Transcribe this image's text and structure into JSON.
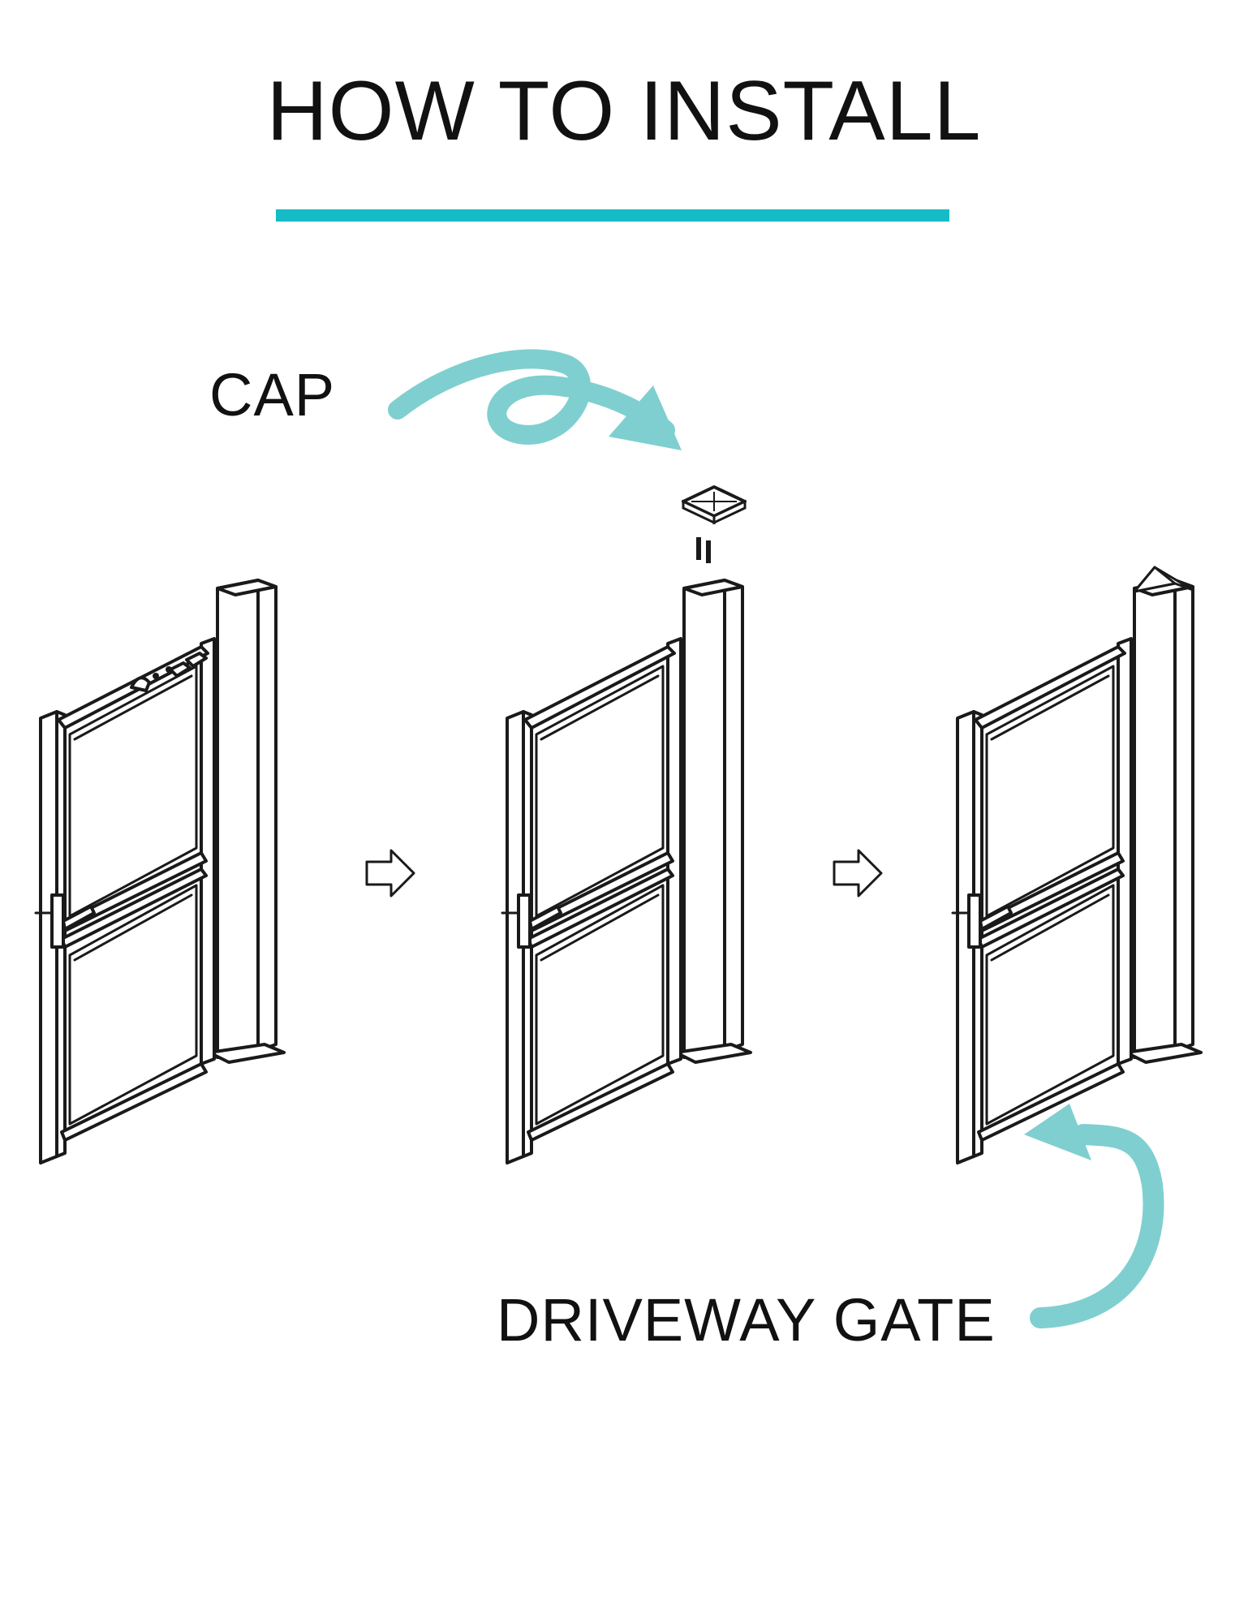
{
  "title": "HOW TO INSTALL",
  "labels": {
    "cap": "CAP",
    "gate": "DRIVEWAY GATE"
  },
  "colors": {
    "accent": "#16bcc5",
    "arrow": "#7fcfd0",
    "line": "#1a1a1a"
  },
  "steps": [
    {
      "id": "step-1",
      "cap": false,
      "hinge_hardware": true
    },
    {
      "id": "step-2",
      "cap": "exploded",
      "hinge_hardware": false
    },
    {
      "id": "step-3",
      "cap": "installed",
      "hinge_hardware": false
    }
  ],
  "icons": [
    "curved-arrow-icon",
    "step-arrow-icon"
  ]
}
